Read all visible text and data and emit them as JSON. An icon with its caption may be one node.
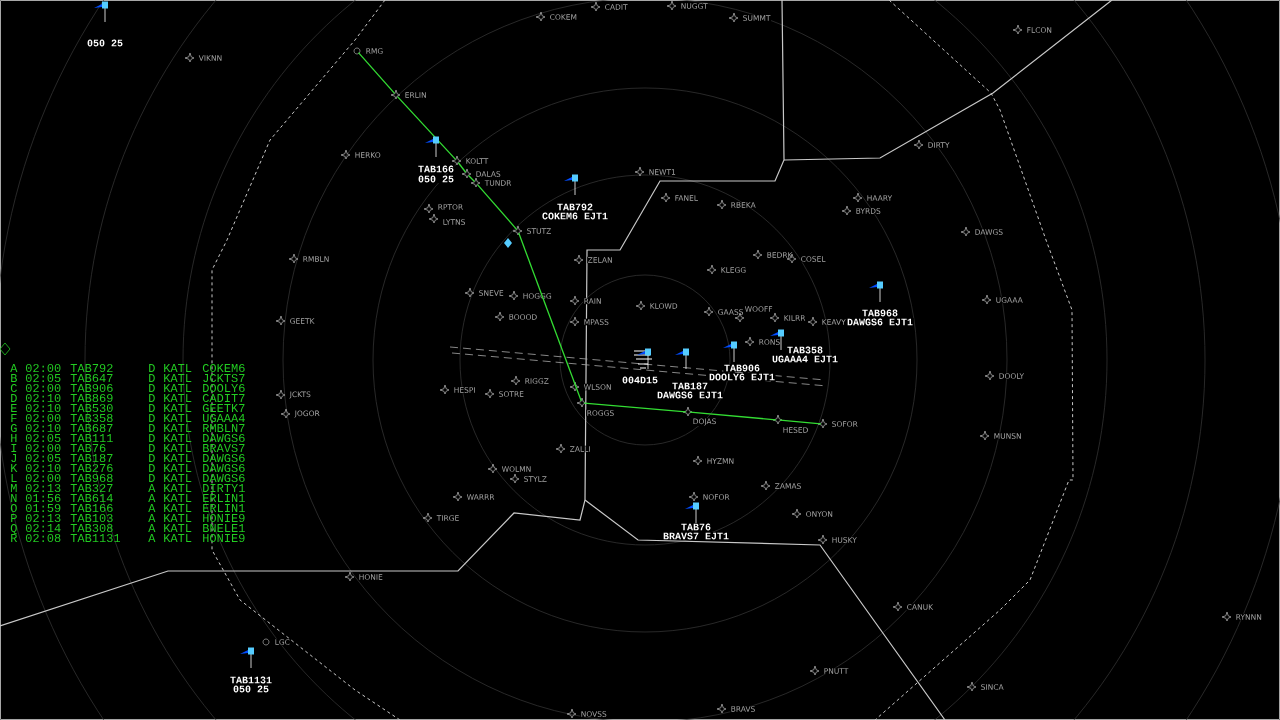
{
  "diagram": {
    "nodes": [
      {
        "text": [
          "CADIT"
        ]
      },
      {
        "text": [
          "NUGGT"
        ]
      },
      {
        "text": [
          "COKEM"
        ]
      },
      {
        "text": [
          "SUMMT"
        ]
      },
      {
        "text": [
          "FLCON"
        ]
      },
      {
        "text": [
          "RMG"
        ]
      },
      {
        "text": [
          "VIKNN"
        ]
      },
      {
        "text": [
          "ERLIN"
        ]
      },
      {
        "text": [
          "DIRTY"
        ]
      },
      {
        "text": [
          "HERKO"
        ]
      },
      {
        "text": [
          "KOLTT"
        ]
      },
      {
        "text": [
          "NEWT1"
        ]
      },
      {
        "text": [
          "DALAS"
        ]
      },
      {
        "text": [
          "TUNDR"
        ]
      },
      {
        "text": [
          "FANEL"
        ]
      },
      {
        "text": [
          "HAARY"
        ]
      },
      {
        "text": [
          "RBEKA"
        ]
      },
      {
        "text": [
          "RPTOR"
        ]
      },
      {
        "text": [
          "BYRDS"
        ]
      },
      {
        "text": [
          "LYTNS"
        ]
      },
      {
        "text": [
          "STUTZ"
        ]
      },
      {
        "text": [
          "DAWGS"
        ]
      },
      {
        "text": [
          "BEDRK"
        ]
      },
      {
        "text": [
          "RMBLN"
        ]
      },
      {
        "text": [
          "COSEL"
        ]
      },
      {
        "text": [
          "ZELAN"
        ]
      },
      {
        "text": [
          "KLEGG"
        ]
      },
      {
        "text": [
          "SNEVE"
        ]
      },
      {
        "text": [
          "HOGGG"
        ]
      },
      {
        "text": [
          "RAIN"
        ]
      },
      {
        "text": [
          "UGAAA"
        ]
      },
      {
        "text": [
          "KLOWD"
        ]
      },
      {
        "text": [
          "GAASS"
        ]
      },
      {
        "text": [
          "BOOOD"
        ]
      },
      {
        "text": [
          "WOOFF"
        ]
      },
      {
        "text": [
          "KILRR"
        ]
      },
      {
        "text": [
          "GEETK"
        ]
      },
      {
        "text": [
          "MPASS"
        ]
      },
      {
        "text": [
          "KEAVY"
        ]
      },
      {
        "text": [
          "RONS"
        ]
      },
      {
        "text": [
          "DOOLY"
        ]
      },
      {
        "text": [
          "RIGGZ"
        ]
      },
      {
        "text": [
          "WLSON"
        ]
      },
      {
        "text": [
          "HESPI"
        ]
      },
      {
        "text": [
          "SOTRE"
        ]
      },
      {
        "text": [
          "JCKTS"
        ]
      },
      {
        "text": [
          "ROGGS"
        ]
      },
      {
        "text": [
          "DOJAS"
        ]
      },
      {
        "text": [
          "JOGOR"
        ]
      },
      {
        "text": [
          "HESED"
        ]
      },
      {
        "text": [
          "SOFOR"
        ]
      },
      {
        "text": [
          "MUNSN"
        ]
      },
      {
        "text": [
          "ZALLI"
        ]
      },
      {
        "text": [
          "HYZMN"
        ]
      },
      {
        "text": [
          "WOLMN"
        ]
      },
      {
        "text": [
          "STYLZ"
        ]
      },
      {
        "text": [
          "ZAMAS"
        ]
      },
      {
        "text": [
          "NOFOR"
        ]
      },
      {
        "text": [
          "WARRR"
        ]
      },
      {
        "text": [
          "ONYON"
        ]
      },
      {
        "text": [
          "TIRGE"
        ]
      },
      {
        "text": [
          "HUSKY"
        ]
      },
      {
        "text": [
          "HONIE"
        ]
      },
      {
        "text": [
          "CANUK"
        ]
      },
      {
        "text": [
          "RYNNN"
        ]
      },
      {
        "text": [
          "LGC"
        ]
      },
      {
        "text": [
          "PNUTT"
        ]
      },
      {
        "text": [
          "SINCA"
        ]
      },
      {
        "text": [
          "BRAVS"
        ]
      },
      {
        "text": [
          "NOVSS"
        ]
      }
    ],
    "edges": [
      {
        "from": 5,
        "to": 7,
        "arrow": "none"
      },
      {
        "from": 7,
        "to": 10,
        "arrow": "none"
      },
      {
        "from": 10,
        "to": 12,
        "arrow": "none"
      },
      {
        "from": 12,
        "to": 13,
        "arrow": "none"
      },
      {
        "from": 13,
        "to": 20,
        "arrow": "none"
      },
      {
        "from": 20,
        "to": 46,
        "arrow": "none"
      },
      {
        "from": 46,
        "to": 47,
        "arrow": "none"
      },
      {
        "from": 47,
        "to": 49,
        "arrow": "none"
      },
      {
        "from": 49,
        "to": 50,
        "arrow": "none"
      }
    ],
    "labels": [
      "050 25",
      "TAB166",
      "050 25",
      "TAB792",
      "COKEM6 EJT1",
      "TAB968",
      "DAWGS6 EJT1",
      "TAB358",
      "UGAAA4 EJT1",
      "TAB906",
      "DOOLY6 EJT1",
      "TAB187",
      "DAWGS6 EJT1",
      "004D15",
      "TAB76",
      "BRAVS7 EJT1",
      "TAB1131",
      "050 25",
      "A",
      "02:00",
      "TAB792",
      "D",
      "KATL",
      "COKEM6",
      "B",
      "02:05",
      "TAB647",
      "D",
      "KATL",
      "JCKTS7",
      "C",
      "02:00",
      "TAB906",
      "D",
      "KATL",
      "DOOLY6",
      "D",
      "02:10",
      "TAB869",
      "D",
      "KATL",
      "CADIT7",
      "E",
      "02:10",
      "TAB530",
      "D",
      "KATL",
      "GEETK7",
      "F",
      "02:00",
      "TAB358",
      "D",
      "KATL",
      "UGAAA4",
      "G",
      "02:10",
      "TAB687",
      "D",
      "KATL",
      "RMBLN7",
      "H",
      "02:05",
      "TAB111",
      "D",
      "KATL",
      "DAWGS6",
      "I",
      "02:00",
      "TAB76",
      "D",
      "KATL",
      "BRAVS7",
      "J",
      "02:05",
      "TAB187",
      "D",
      "KATL",
      "DAWGS6",
      "K",
      "02:10",
      "TAB276",
      "D",
      "KATL",
      "DAWGS6",
      "L",
      "02:00",
      "TAB968",
      "D",
      "KATL",
      "DAWGS6",
      "M",
      "02:13",
      "TAB327",
      "A",
      "KATL",
      "DIRTY1",
      "N",
      "01:56",
      "TAB614",
      "A",
      "KATL",
      "ERLIN1",
      "O",
      "01:59",
      "TAB166",
      "A",
      "KATL",
      "ERLIN1",
      "P",
      "02:13",
      "TAB103",
      "A",
      "KATL",
      "HONIE9",
      "Q",
      "02:14",
      "TAB308",
      "A",
      "KATL",
      "BNELE1",
      "R",
      "02:08",
      "TAB1131",
      "A",
      "KATL",
      "HONIE9"
    ]
  }
}
